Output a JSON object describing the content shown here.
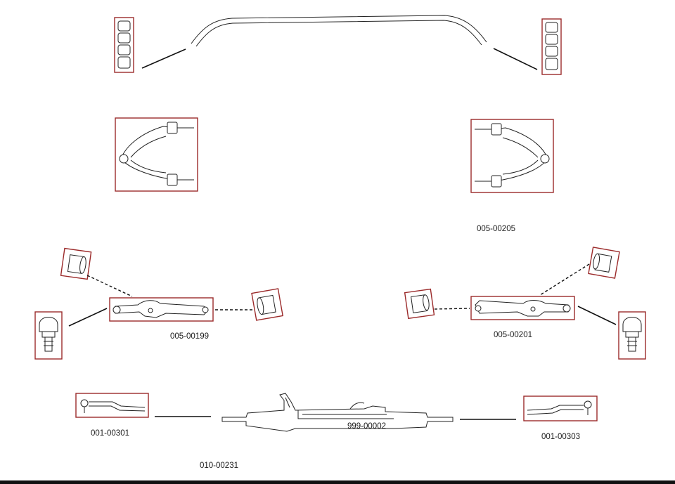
{
  "colors": {
    "box_border": "#9b2a2a",
    "line": "#111111",
    "background": "#ffffff"
  },
  "labels": {
    "upper_arm_right": "005-00205",
    "lower_arm_left": "005-00199",
    "lower_arm_right": "005-00201",
    "tie_rod_left": "001-00301",
    "steering_rack": "999-00002",
    "tie_rod_right": "001-00303",
    "inner_tie_rod": "010-00231"
  }
}
